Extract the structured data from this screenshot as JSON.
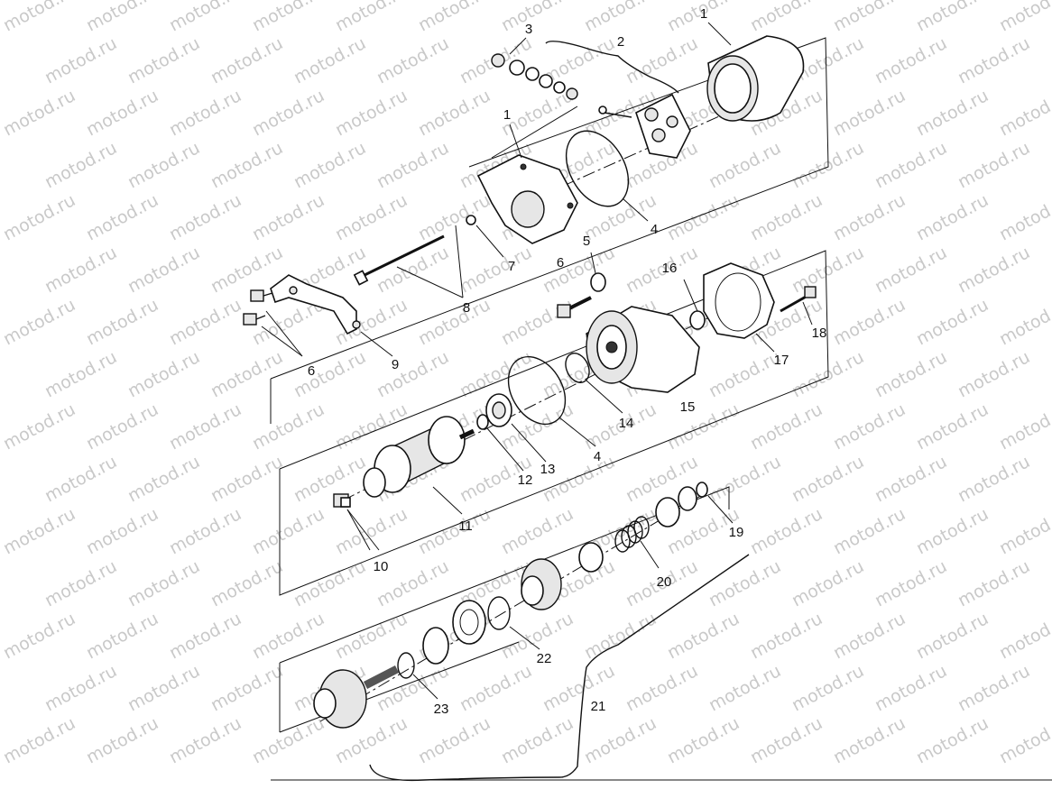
{
  "watermark": "motod.ru",
  "labels": {
    "l1a": "1",
    "l1b": "1",
    "l2": "2",
    "l3": "3",
    "l4a": "4",
    "l4b": "4",
    "l5": "5",
    "l6a": "6",
    "l6b": "6",
    "l7": "7",
    "l8": "8",
    "l9": "9",
    "l10": "10",
    "l11": "11",
    "l12": "12",
    "l13": "13",
    "l14": "14",
    "l15": "15",
    "l16": "16",
    "l17": "17",
    "l18": "18",
    "l19": "19",
    "l20": "20",
    "l21": "21",
    "l22": "22",
    "l23": "23"
  }
}
